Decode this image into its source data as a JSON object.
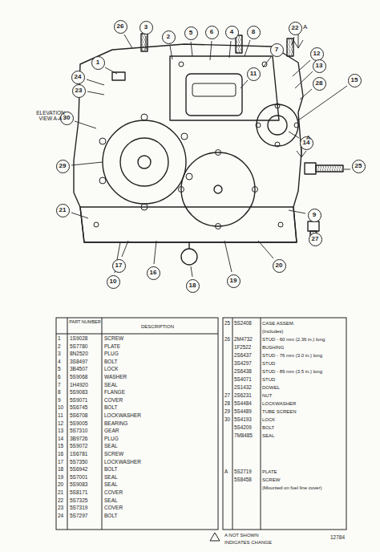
{
  "diagram": {
    "nodes": [
      {
        "text": [
          "26"
        ]
      },
      {
        "text": [
          "3"
        ]
      },
      {
        "text": [
          "2"
        ]
      },
      {
        "text": [
          "5"
        ]
      },
      {
        "text": [
          "6"
        ]
      },
      {
        "text": [
          "4"
        ]
      },
      {
        "text": [
          "8"
        ]
      },
      {
        "text": [
          "22"
        ]
      },
      {
        "text": [
          "7"
        ]
      },
      {
        "text": [
          "1"
        ]
      },
      {
        "text": [
          "24"
        ]
      },
      {
        "text": [
          "23"
        ]
      },
      {
        "text": [
          "12"
        ]
      },
      {
        "text": [
          "13"
        ]
      },
      {
        "text": [
          "11"
        ]
      },
      {
        "text": [
          "28"
        ]
      },
      {
        "text": [
          "15"
        ]
      },
      {
        "text": [
          "14"
        ]
      },
      {
        "text": [
          "30"
        ]
      },
      {
        "text": [
          "29"
        ]
      },
      {
        "text": [
          "25"
        ]
      },
      {
        "text": [
          "9"
        ]
      },
      {
        "text": [
          "21"
        ]
      },
      {
        "text": [
          "17"
        ]
      },
      {
        "text": [
          "16"
        ]
      },
      {
        "text": [
          "10"
        ]
      },
      {
        "text": [
          "18"
        ]
      },
      {
        "text": [
          "19"
        ]
      },
      {
        "text": [
          "20"
        ]
      },
      {
        "text": [
          "27"
        ]
      }
    ],
    "labels": [
      "ELEVATION VIEW A-A",
      "A",
      "A",
      "PART NUMBER",
      "DESCRIPTION",
      "1",
      "1S9028",
      "SCREW",
      "2",
      "5S7780",
      "PLATE",
      "3",
      "8N2520",
      "PLUG",
      "4",
      "3S8497",
      "BOLT",
      "5",
      "3B4507",
      "LOCK",
      "6",
      "5S9068",
      "WASHER",
      "7",
      "1H4920",
      "SEAL",
      "8",
      "5S9083",
      "FLANGE",
      "9",
      "5S9071",
      "COVER",
      "10",
      "5S6745",
      "BOLT",
      "11",
      "5S6708",
      "LOCKWASHER",
      "12",
      "5S9005",
      "BEARING",
      "13",
      "5S7310",
      "GEAR",
      "14",
      "3B9726",
      "PLUG",
      "15",
      "5S9072",
      "SEAL",
      "16",
      "1S6781",
      "SCREW",
      "17",
      "5S7350",
      "LOCKWASHER",
      "18",
      "5S6942",
      "BOLT",
      "19",
      "5S7001",
      "SEAL",
      "20",
      "5S9083",
      "SEAL",
      "21",
      "5S8171",
      "COVER",
      "22",
      "5S7325",
      "SEAL",
      "23",
      "5S7319",
      "COVER",
      "24",
      "5S7297",
      "BOLT",
      "25",
      "5S2408",
      "CASE ASSEM.",
      "(Includes)",
      "26",
      "2M4732",
      "STUD - 60 mm (2.36 in.) long",
      "1F2522",
      "BUSHING",
      "2S6437",
      "STUD - 76 mm (3.0 in.) long",
      "3S4297",
      "STUD",
      "2S6438",
      "STUD - 89 mm (3.5 in.) long",
      "5S4071",
      "STUD",
      "2S1432",
      "DOWEL",
      "27",
      "2S6231",
      "NUT",
      "28",
      "5S4484",
      "LOCKWASHER",
      "29",
      "5S4489",
      "TUBE SCREEN",
      "30",
      "5S4193",
      "LOCK",
      "5S4209",
      "BOLT",
      "7M8485",
      "SEAL",
      "A",
      "5S2719",
      "PLATE",
      "5S8458",
      "SCREW",
      "(Mounted on fuel line cover)",
      "A NOT SHOWN",
      "INDICATES CHANGE",
      "12784"
    ]
  }
}
